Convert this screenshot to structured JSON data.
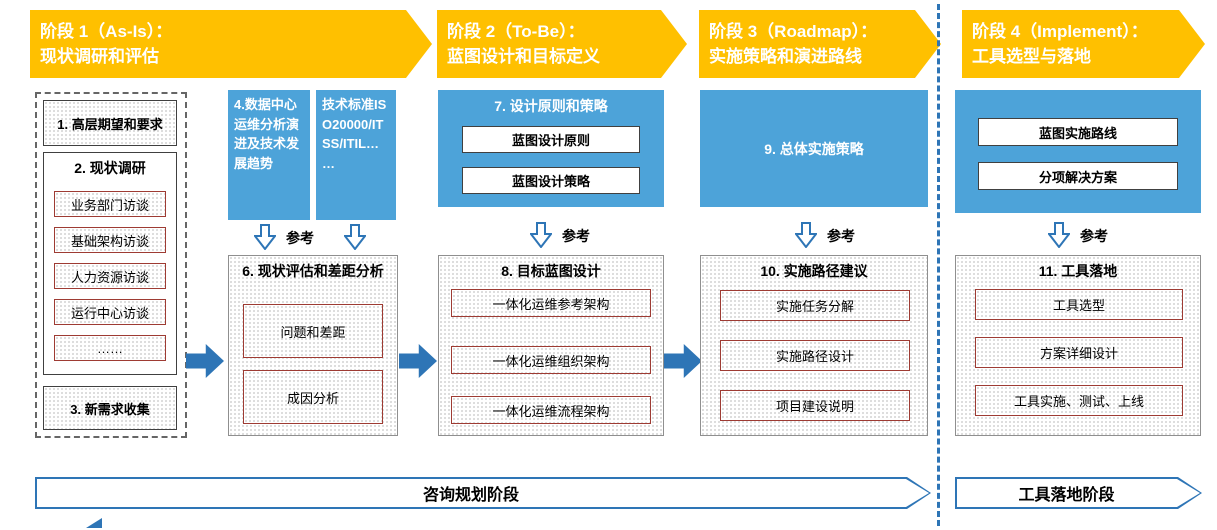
{
  "phases": [
    {
      "title_line1": "阶段 1（As-Is）：",
      "title_line2": "现状调研和评估"
    },
    {
      "title_line1": "阶段 2（To-Be）：",
      "title_line2": "蓝图设计和目标定义"
    },
    {
      "title_line1": "阶段 3（Roadmap）：",
      "title_line2": "实施策略和演进路线"
    },
    {
      "title_line1": "阶段 4（Implement）：",
      "title_line2": "工具选型与落地"
    }
  ],
  "ref_label": "参考",
  "col1": {
    "expectations": "1. 高层期望和要求",
    "survey_title": "2. 现状调研",
    "survey_items": [
      "业务部门访谈",
      "基础架构访谈",
      "人力资源访谈",
      "运行中心访谈",
      "……"
    ],
    "new_requirements": "3. 新需求收集"
  },
  "col2": {
    "ref_boxes": [
      "4.数据中心运维分析演进及技术发展趋势",
      "技术标准ISO20000/ITSS/ITIL… …"
    ],
    "main_title": "6. 现状评估和差距分析",
    "items": [
      "问题和差距",
      "成因分析"
    ]
  },
  "col3": {
    "ref_title": "7. 设计原则和策略",
    "ref_items": [
      "蓝图设计原则",
      "蓝图设计策略"
    ],
    "main_title": "8. 目标蓝图设计",
    "items": [
      "一体化运维参考架构",
      "一体化运维组织架构",
      "一体化运维流程架构"
    ]
  },
  "col4": {
    "ref_title": "9. 总体实施策略",
    "main_title": "10. 实施路径建议",
    "items": [
      "实施任务分解",
      "实施路径设计",
      "项目建设说明"
    ]
  },
  "col5": {
    "ref_items": [
      "蓝图实施路线",
      "分项解决方案"
    ],
    "main_title": "11. 工具落地",
    "items": [
      "工具选型",
      "方案详细设计",
      "工具实施、测试、上线"
    ]
  },
  "footer": {
    "consulting_phase": "咨询规划阶段",
    "implementation_phase": "工具落地阶段"
  },
  "colors": {
    "banner_yellow": "#FFC000",
    "box_blue": "#4DA3D9",
    "arrow_blue": "#2E75B6",
    "item_red_border": "#9E3B33"
  }
}
